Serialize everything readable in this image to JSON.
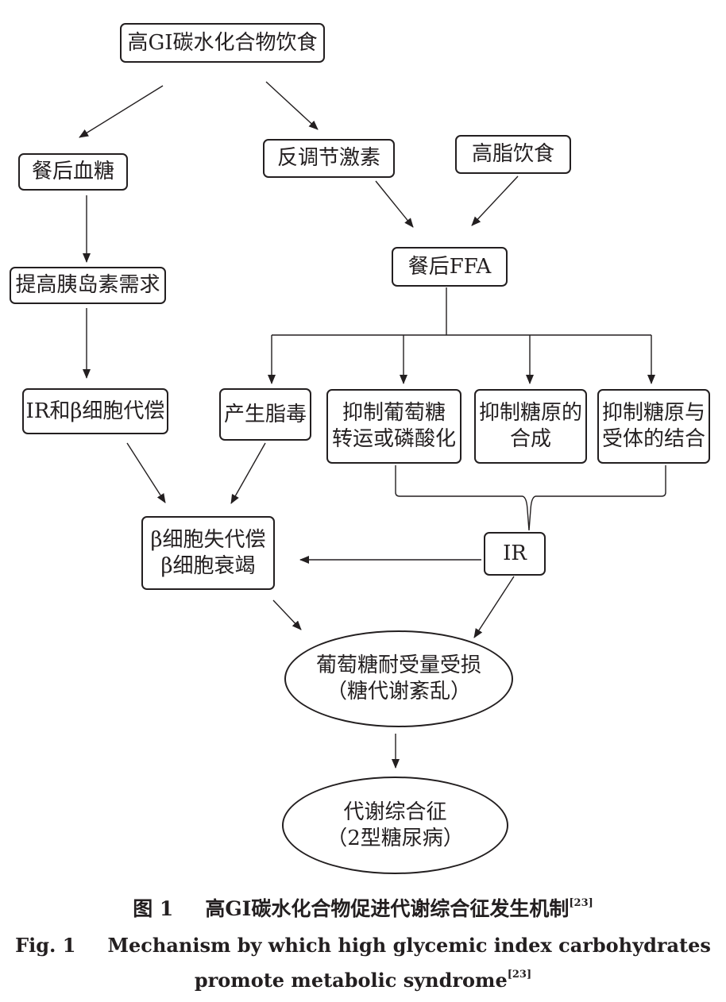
{
  "nodes": {
    "high_gi_diet": "高GI碳水化合物饮食",
    "postprandial_glucose": "餐后血糖",
    "counter_hormones": "反调节激素",
    "high_fat_diet": "高脂饮食",
    "postprandial_ffa": "餐后FFA",
    "insulin_demand": "提高胰岛素需求",
    "ir_beta_compensation": "IR和β细胞代偿",
    "lipotoxicity": "产生脂毒",
    "inhibit_glucose_transport": [
      "抑制葡萄糖",
      "转运或磷酸化"
    ],
    "inhibit_glycogen_synthesis": [
      "抑制糖原的",
      "合成"
    ],
    "inhibit_glycogen_binding": [
      "抑制糖原与",
      "受体的结合"
    ],
    "ir": "IR",
    "beta_failure": [
      "β细胞失代偿",
      "β细胞衰竭"
    ],
    "impaired_glucose_tolerance": [
      "葡萄糖耐受量受损",
      "（糖代谢紊乱）"
    ],
    "metabolic_syndrome": [
      "代谢综合征",
      "（2型糖尿病）"
    ]
  },
  "caption": {
    "cn_label": "图 1",
    "cn_title": "高GI碳水化合物促进代谢综合征发生机制",
    "cn_ref": "[23]",
    "en_label": "Fig. 1",
    "en_title_line1": "Mechanism by which high glycemic index carbohydrates",
    "en_title_line2": "promote metabolic syndrome",
    "en_ref": "[23]"
  },
  "colors": {
    "ink": "#231f20",
    "background": "#ffffff"
  }
}
